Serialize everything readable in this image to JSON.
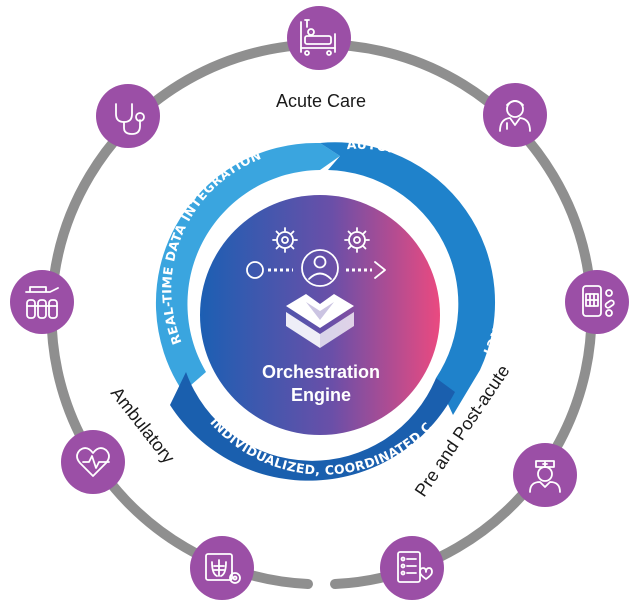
{
  "segments": {
    "acute": "Acute Care",
    "post_acute": "Pre and Post-acute",
    "ambulatory": "Ambulatory"
  },
  "arcs": {
    "left": "REAL-TIME DATA INTEGRATION",
    "right": "AUTOMATION WITH SCALE & EFFICIENCY",
    "bottom": "INDIVIDUALIZED, COORDINATED CARE"
  },
  "core": {
    "line1": "Orchestration",
    "line2": "Engine"
  },
  "colors": {
    "ring": "#8a8a8a",
    "node": "#9b4fa6",
    "arc_light": "#3aa6df",
    "arc_mid": "#1e7fc8",
    "arc_dark": "#1a5fae",
    "core_start": "#1f5fb0",
    "core_end": "#e8477f"
  },
  "icons": [
    "hospital-bed-icon",
    "doctor-icon",
    "calendar-pills-icon",
    "nurse-icon",
    "checklist-heart-icon",
    "xray-gear-icon",
    "heart-monitor-icon",
    "lab-tubes-icon",
    "stethoscope-icon",
    "gear-icon",
    "user-icon",
    "heart-box-logo-icon"
  ]
}
